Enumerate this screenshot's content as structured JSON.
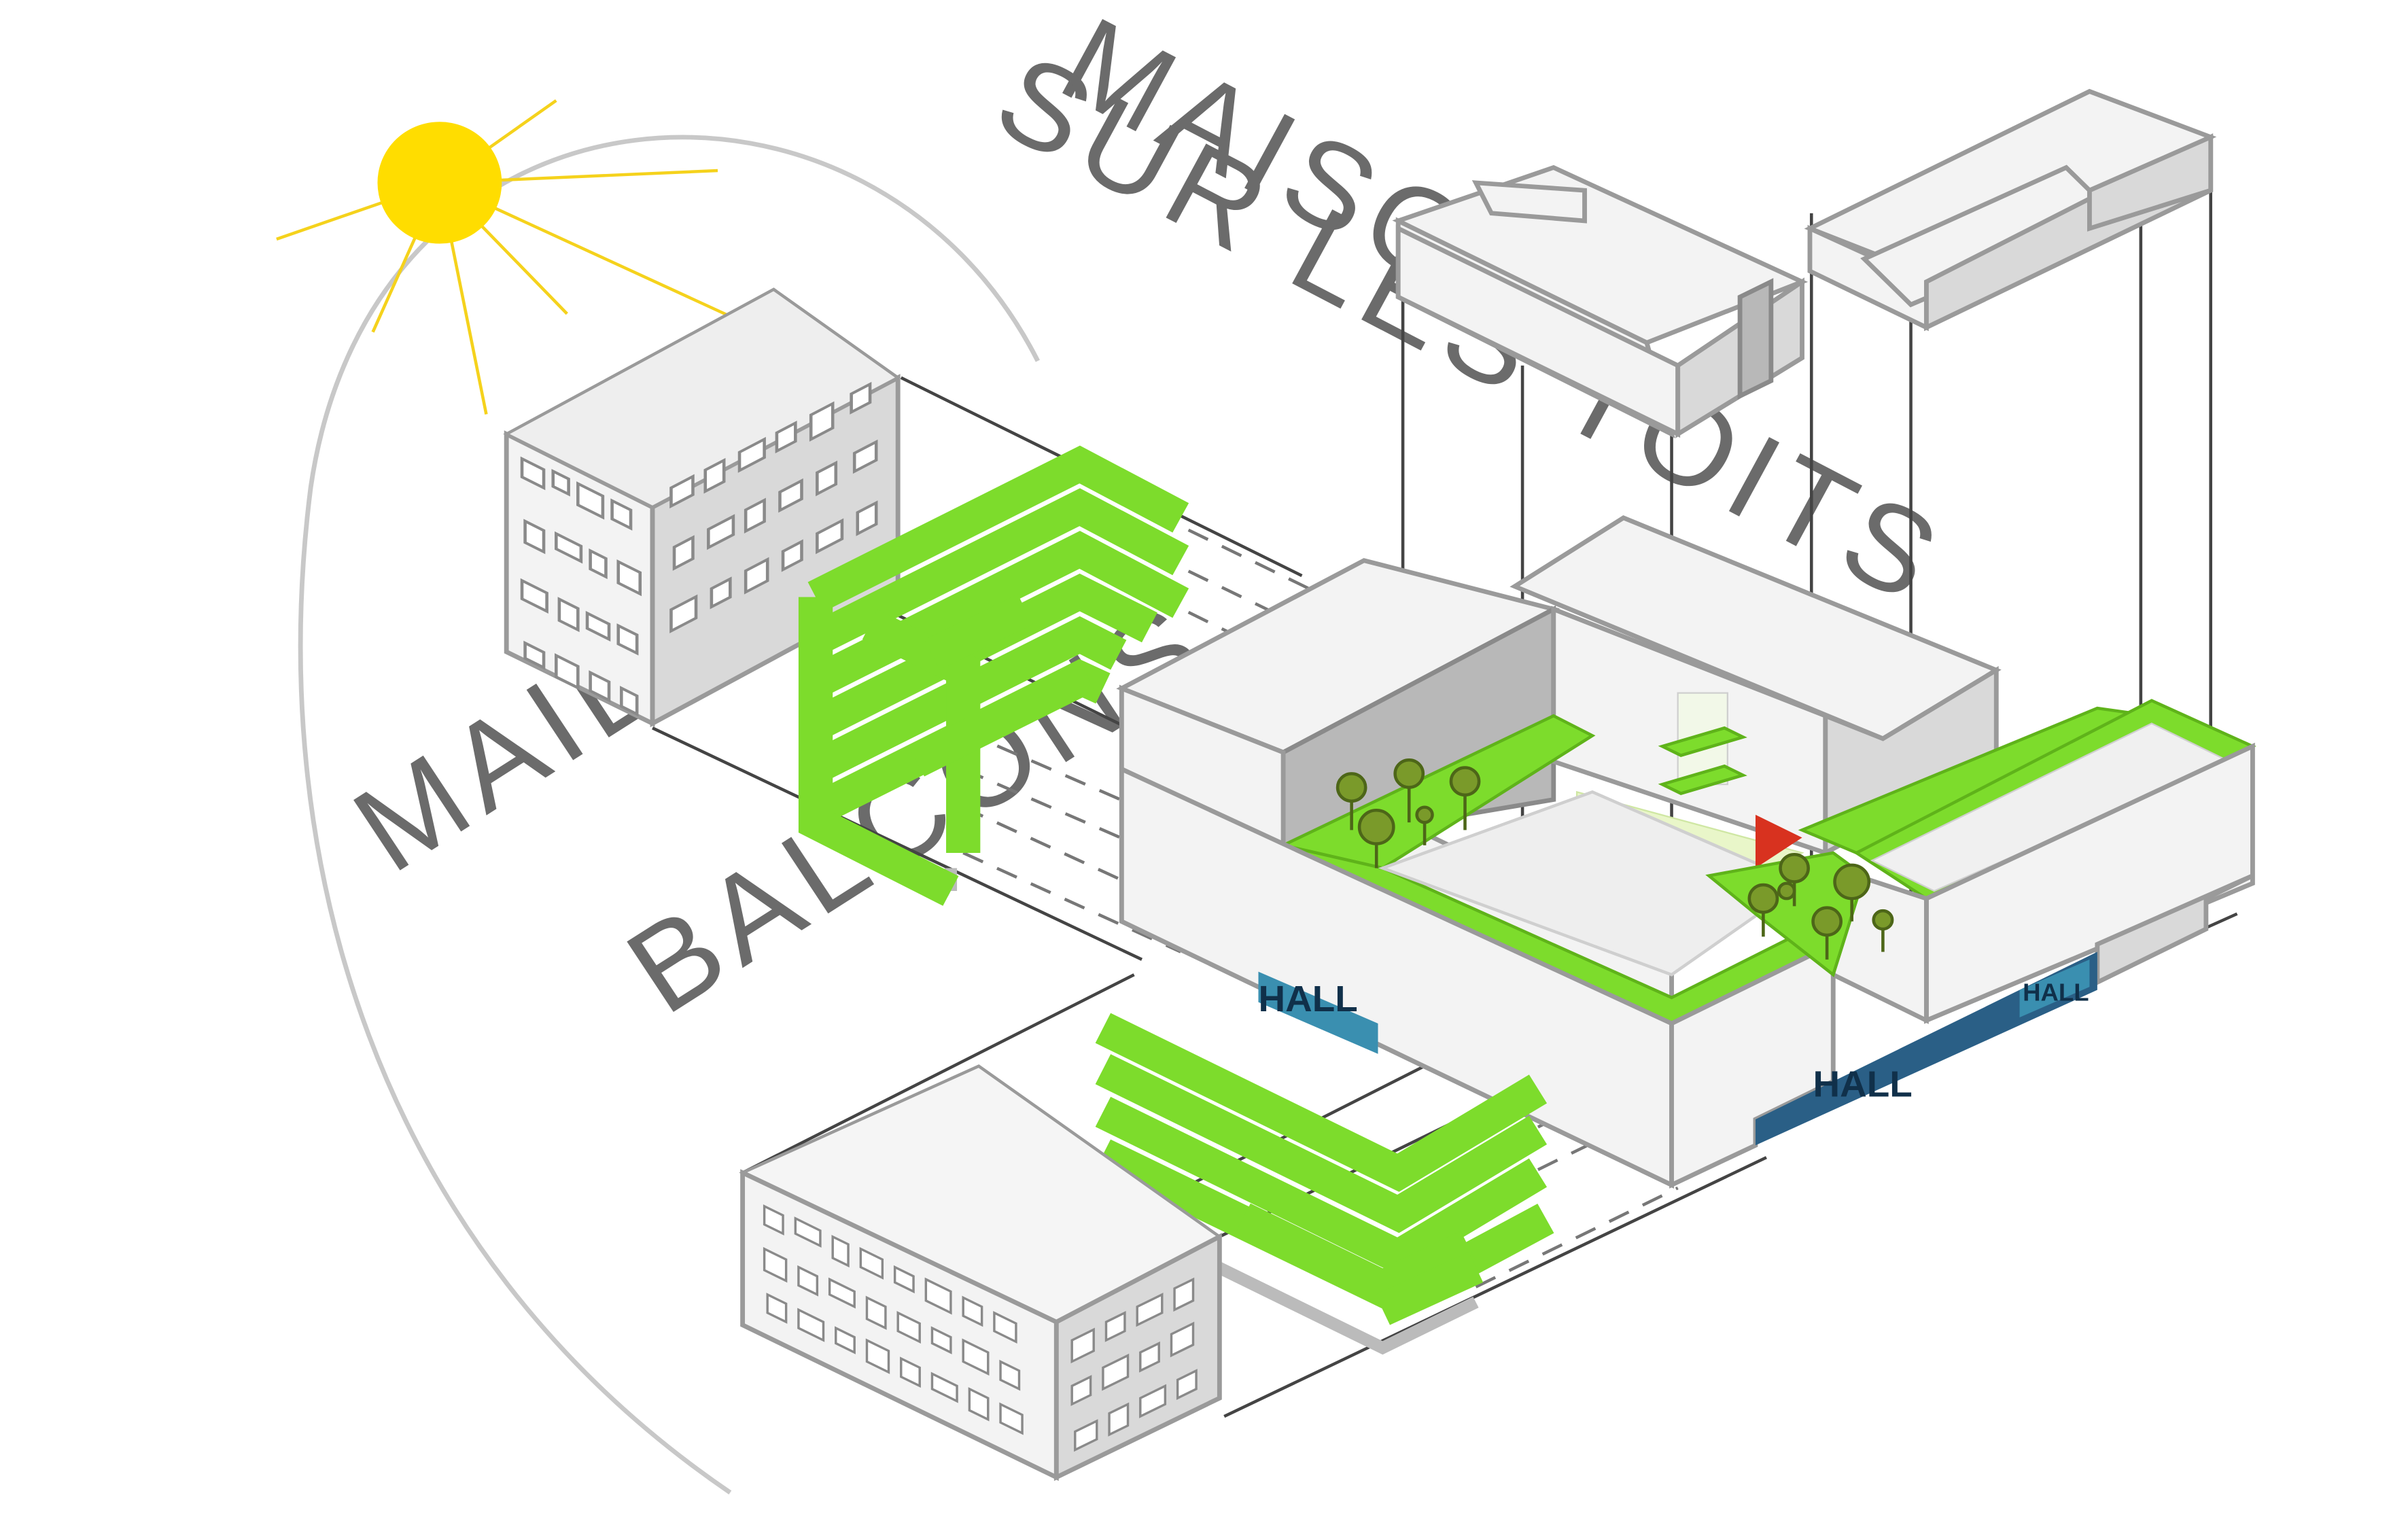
{
  "labels": {
    "maisons_line1": "MAISONS",
    "maisons_line2": "SUR LES TOITS",
    "maille": "MAILLE",
    "balcons": "BALCONS"
  },
  "halls": [
    "HALL",
    "HALL",
    "HALL"
  ],
  "colors": {
    "sun": "#ffdd00",
    "sun_rays": "#f5d21c",
    "green_roof": "#7ddc2c",
    "hall_glass": "#3a8fb0",
    "hall_glass_dark": "#2a5f86",
    "accent_red": "#d8321f",
    "wall_light": "#f3f3f3",
    "wall_shadow": "#b8b8b8",
    "sun_path": "#c8c8c8"
  },
  "icons": [
    "sun-icon",
    "tree-icon"
  ]
}
